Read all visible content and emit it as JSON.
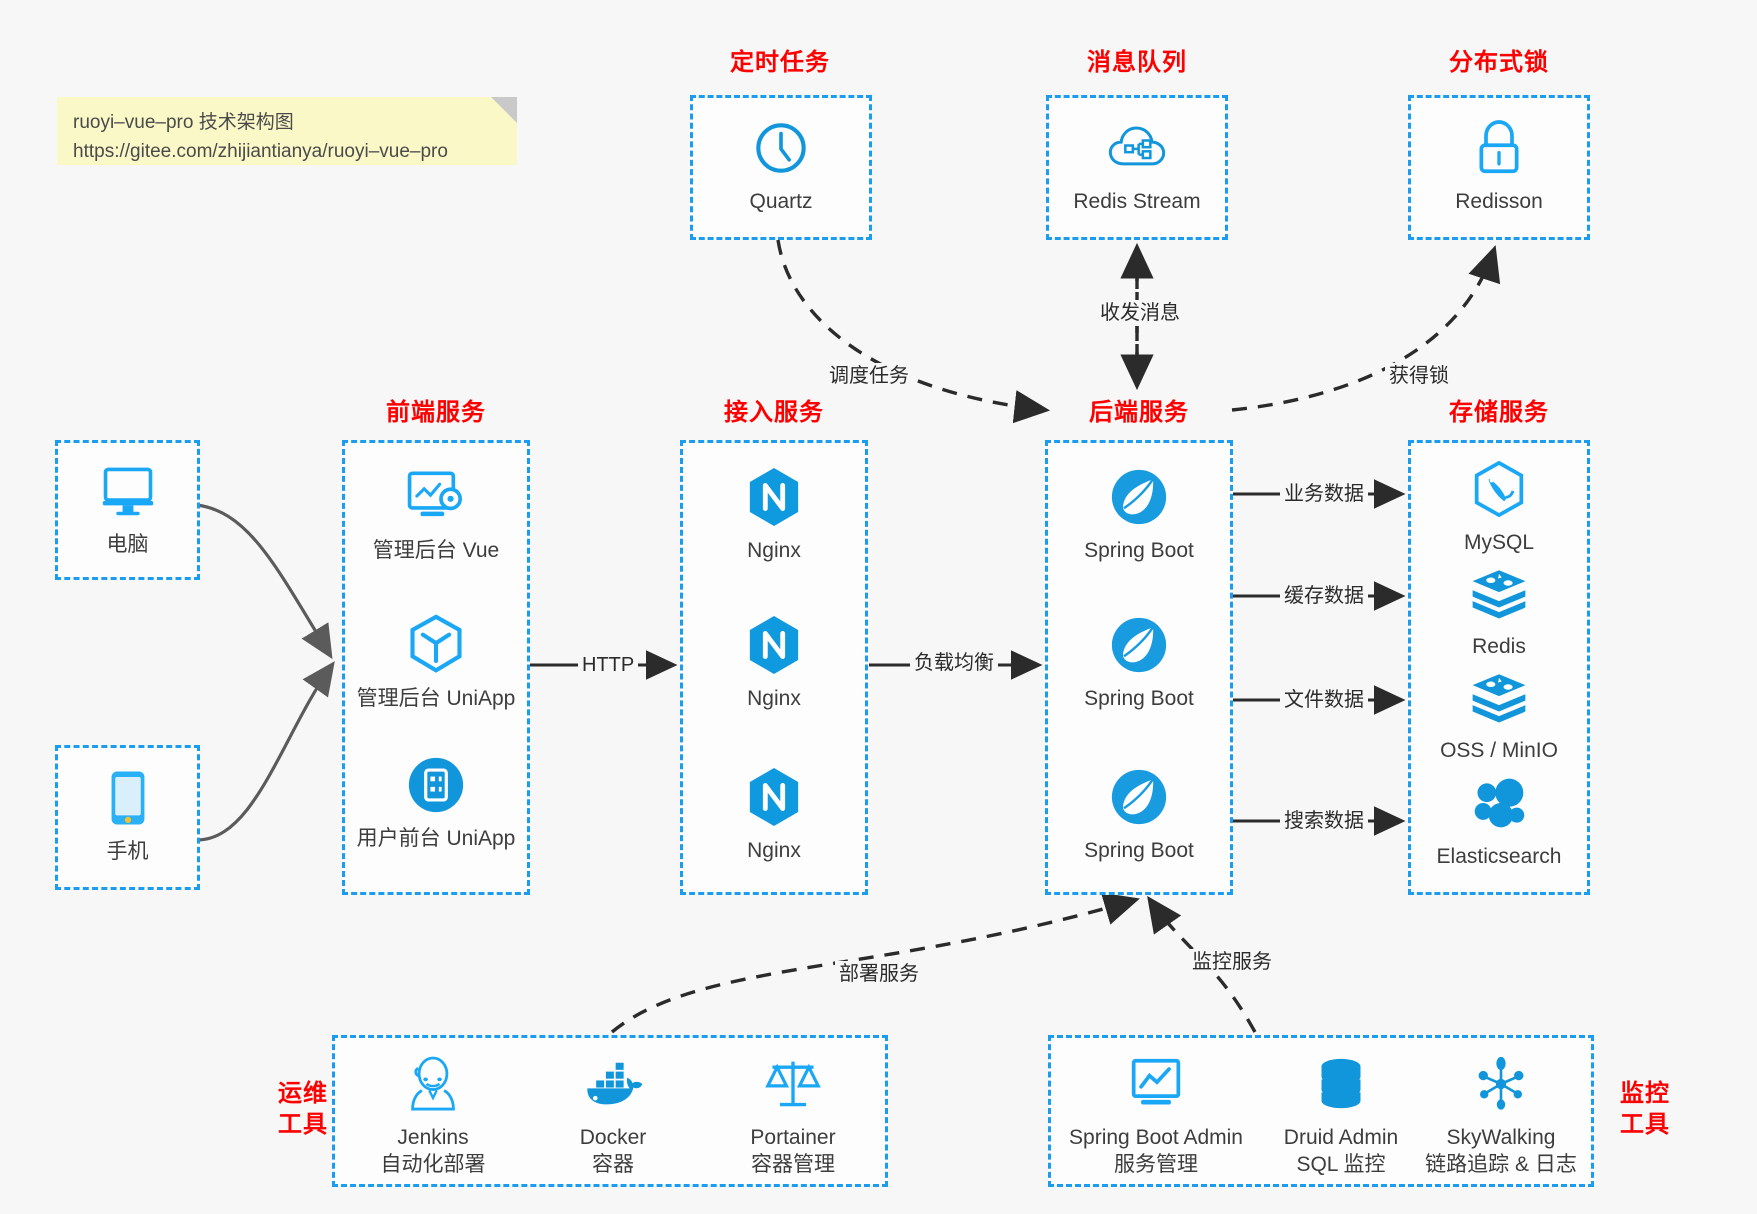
{
  "note": {
    "line1": "ruoyi–vue–pro 技术架构图",
    "line2": "https://gitee.com/zhijiantianya/ruoyi–vue–pro"
  },
  "colors": {
    "box_border": "#1a9cf0",
    "group_title": "#ff0000",
    "icon_blue": "#1296db",
    "arrow": "#2b2b2b",
    "note_bg": "#fbf8c8",
    "canvas_bg": "#f7f7f7"
  },
  "groups": {
    "scheduler": {
      "title": "定时任务",
      "nodes": [
        {
          "label": "Quartz",
          "icon": "clock-icon"
        }
      ]
    },
    "mq": {
      "title": "消息队列",
      "nodes": [
        {
          "label": "Redis Stream",
          "icon": "cloud-stream-icon"
        }
      ]
    },
    "lock": {
      "title": "分布式锁",
      "nodes": [
        {
          "label": "Redisson",
          "icon": "lock-icon"
        }
      ]
    },
    "clients": {
      "pc": {
        "label": "电脑",
        "icon": "desktop-icon"
      },
      "mobile": {
        "label": "手机",
        "icon": "phone-icon"
      }
    },
    "frontend": {
      "title": "前端服务",
      "nodes": [
        {
          "label": "管理后台 Vue",
          "icon": "dashboard-gear-icon"
        },
        {
          "label": "管理后台 UniApp",
          "icon": "cube-icon"
        },
        {
          "label": "用户前台 UniApp",
          "icon": "app-circle-icon"
        }
      ]
    },
    "gateway": {
      "title": "接入服务",
      "nodes": [
        {
          "label": "Nginx",
          "icon": "nginx-icon"
        },
        {
          "label": "Nginx",
          "icon": "nginx-icon"
        },
        {
          "label": "Nginx",
          "icon": "nginx-icon"
        }
      ]
    },
    "backend": {
      "title": "后端服务",
      "nodes": [
        {
          "label": "Spring Boot",
          "icon": "spring-boot-icon"
        },
        {
          "label": "Spring Boot",
          "icon": "spring-boot-icon"
        },
        {
          "label": "Spring Boot",
          "icon": "spring-boot-icon"
        }
      ]
    },
    "storage": {
      "title": "存储服务",
      "nodes": [
        {
          "label": "MySQL",
          "icon": "mysql-icon"
        },
        {
          "label": "Redis",
          "icon": "redis-icon"
        },
        {
          "label": "OSS / MinIO",
          "icon": "oss-minio-icon"
        },
        {
          "label": "Elasticsearch",
          "icon": "elasticsearch-icon"
        }
      ]
    },
    "devops": {
      "title": "运维\n工具",
      "title_line1": "运维",
      "title_line2": "工具",
      "nodes": [
        {
          "label": "Jenkins",
          "sub": "自动化部署",
          "icon": "jenkins-icon"
        },
        {
          "label": "Docker",
          "sub": "容器",
          "icon": "docker-icon"
        },
        {
          "label": "Portainer",
          "sub": "容器管理",
          "icon": "scale-icon"
        }
      ]
    },
    "monitor": {
      "title_line1": "监控",
      "title_line2": "工具",
      "nodes": [
        {
          "label": "Spring Boot Admin",
          "sub": "服务管理",
          "icon": "monitor-chart-icon"
        },
        {
          "label": "Druid Admin",
          "sub": "SQL 监控",
          "icon": "database-icon"
        },
        {
          "label": "SkyWalking",
          "sub": "链路追踪 & 日志",
          "icon": "skywalking-icon"
        }
      ]
    }
  },
  "edges": {
    "http": "HTTP",
    "load_balance": "负载均衡",
    "schedule_task": "调度任务",
    "send_receive_message": "收发消息",
    "acquire_lock": "获得锁",
    "business_data": "业务数据",
    "cache_data": "缓存数据",
    "file_data": "文件数据",
    "search_data": "搜索数据",
    "deploy_service": "部署服务",
    "monitor_service": "监控服务"
  }
}
